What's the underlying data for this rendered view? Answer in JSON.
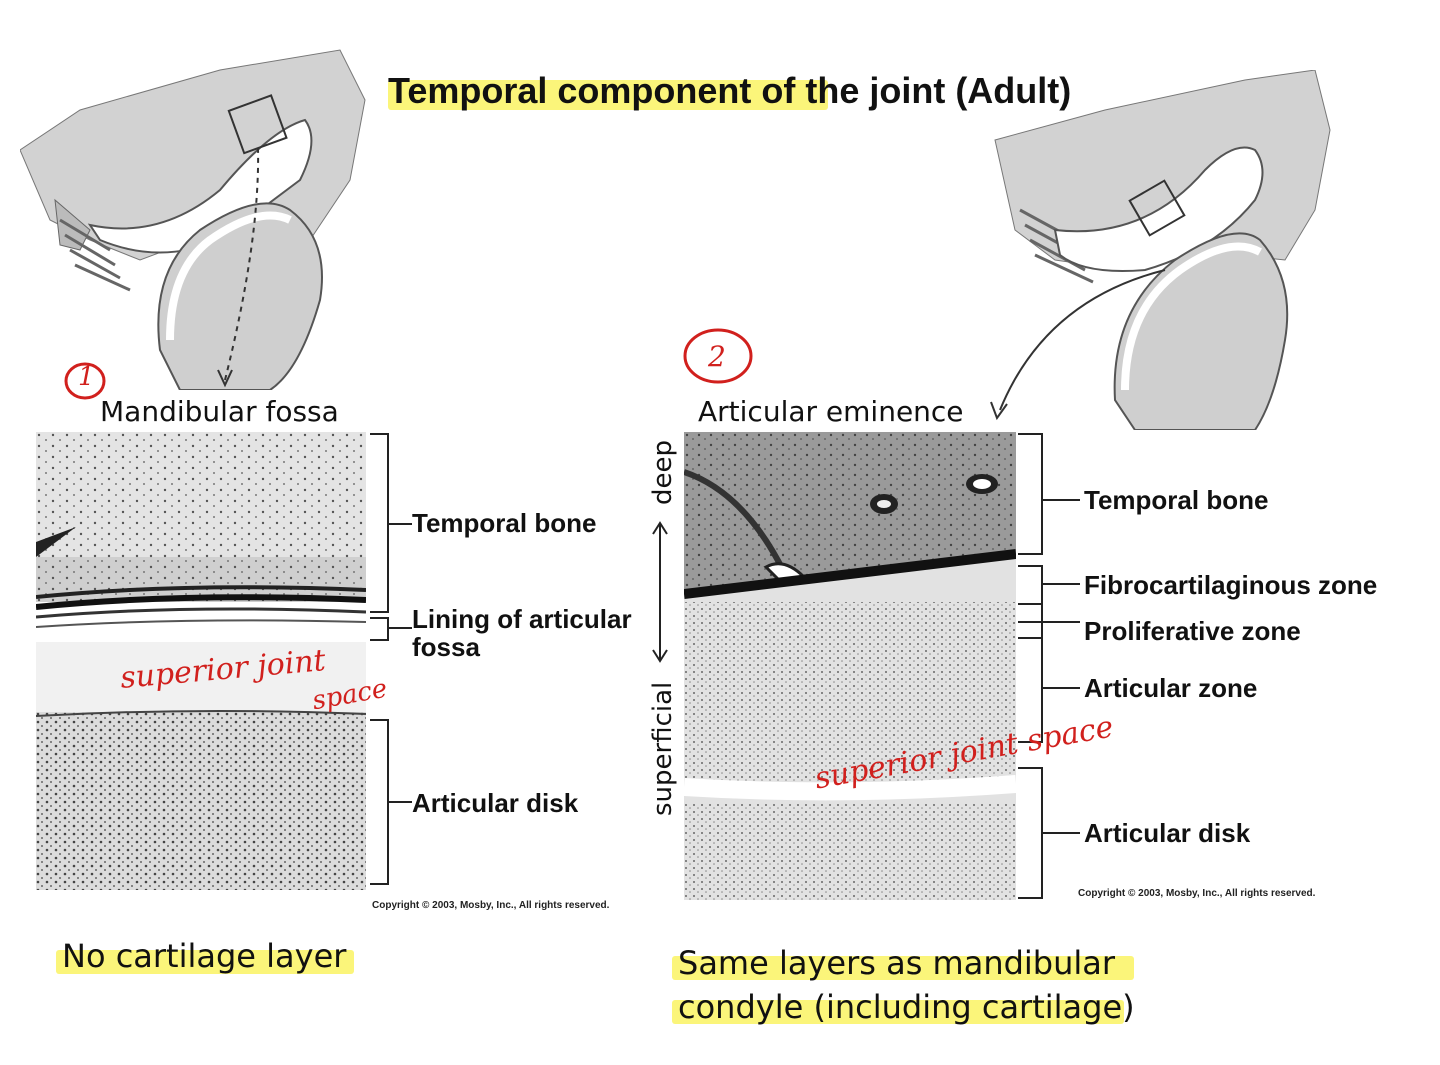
{
  "slide": {
    "title": "Temporal component of the joint (Adult)"
  },
  "left_panel": {
    "step_number": "1",
    "caption": "Mandibular fossa",
    "labels": {
      "temporal_bone": "Temporal bone",
      "lining_line1": "Lining of articular",
      "lining_line2": "fossa",
      "articular_disk": "Articular disk"
    },
    "handwritten_note_line1": "superior joint",
    "handwritten_note_line2": "space",
    "copyright": "Copyright © 2003, Mosby, Inc., All rights reserved.",
    "bottom_note": "No cartilage layer"
  },
  "right_panel": {
    "step_number": "2",
    "caption": "Articular eminence",
    "axis_deep": "deep",
    "axis_superficial": "superficial",
    "labels": {
      "temporal_bone": "Temporal bone",
      "fibrocartilaginous_zone": "Fibrocartilaginous zone",
      "proliferative_zone": "Proliferative zone",
      "articular_zone": "Articular zone",
      "articular_disk": "Articular disk"
    },
    "handwritten_note": "superior joint space",
    "copyright": "Copyright © 2003, Mosby, Inc., All rights reserved.",
    "bottom_note_line1": "Same layers as mandibular",
    "bottom_note_line2": "condyle (including cartilage)"
  },
  "colors": {
    "highlight": "#fbf57a",
    "annotation_red": "#d1201d",
    "tissue_light": "#ececec",
    "tissue_dark": "#1a1a1a"
  }
}
